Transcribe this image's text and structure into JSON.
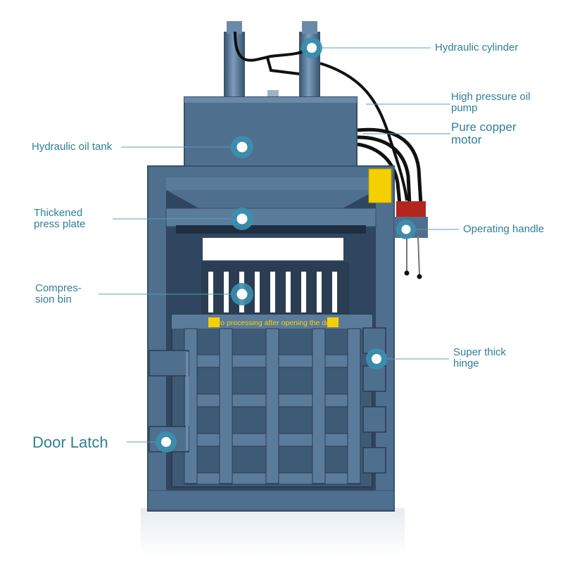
{
  "colors": {
    "machine_body": "#4f6f8f",
    "machine_dark": "#35506b",
    "machine_light": "#6b8aaa",
    "label_text": "#2f7f96",
    "callout_line": "#5a9fb4",
    "marker_ring": "#3b8fae",
    "warning_yellow": "#f5d000"
  },
  "callouts": {
    "hydraulic_cylinder": "Hydraulic cylinder",
    "high_pressure_oil_pump": "High pressure oil\npump",
    "pure_copper_motor": "Pure copper\nmotor",
    "hydraulic_oil_tank": "Hydraulic oil tank",
    "thickened_press_plate": "Thickened\npress plate",
    "operating_handle": "Operating handle",
    "compression_bin": "Compres-\nsion bin",
    "super_thick_hinge": "Super thick\nhinge",
    "door_latch": "Door Latch"
  },
  "warning_strip_text": "No processing after opening the door"
}
